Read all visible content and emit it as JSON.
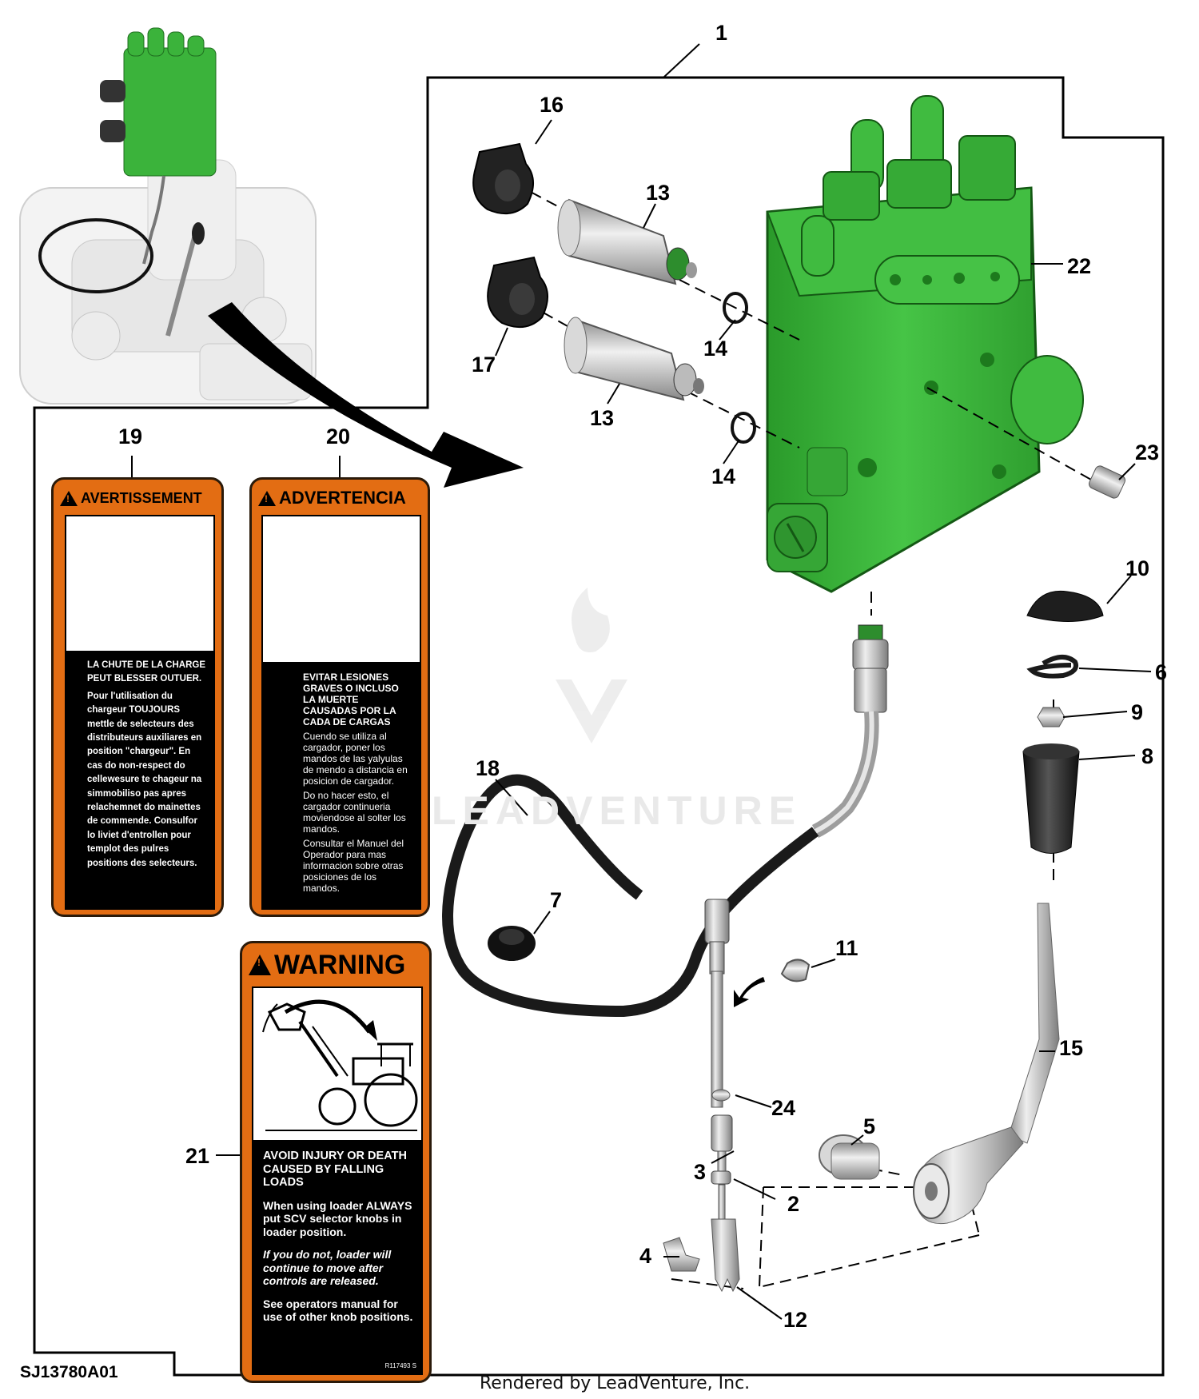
{
  "diagram": {
    "figure_id": "SJ13780A01",
    "footer": "Rendered by LeadVenture, Inc.",
    "watermark": "LEADVENTURE",
    "callouts": [
      "1",
      "2",
      "3",
      "4",
      "5",
      "6",
      "7",
      "8",
      "9",
      "10",
      "11",
      "12",
      "13",
      "13",
      "14",
      "14",
      "15",
      "16",
      "17",
      "18",
      "19",
      "20",
      "21",
      "22",
      "23",
      "24"
    ],
    "colors": {
      "housing_green": "#3bb33b",
      "label_orange": "#e36d13",
      "cable_black": "#1a1a1a",
      "steel": "#bdbdbd"
    }
  },
  "labels": {
    "french": {
      "heading": "AVERTISSEMENT",
      "line1": "LA CHUTE DE LA CHARGE PEUT BLESSER OUTUER.",
      "line2": "Pour l'utilisation du chargeur TOUJOURS mettle de selecteurs des distributeurs auxiliares en position \"chargeur\". En cas do non-respect do cellewesure te chageur na simmobiliso pas apres relachemnet do mainettes de commende. Consulfor lo liviet d'entrollen pour templot des pulres positions des selecteurs."
    },
    "spanish": {
      "heading": "ADVERTENCIA",
      "line1": "EVITAR LESIONES GRAVES O INCLUSO LA MUERTE CAUSADAS POR LA CADA DE CARGAS",
      "line2": "Cuendo se utiliza al cargador, poner los mandos de las yalyulas de mendo a distancia en posicion de cargador.",
      "line3": "Do no hacer esto, el cargador continueria moviendose al solter los mandos.",
      "line4": "Consultar el Manuel del Operador para mas informacion sobre otras posiciones de los mandos."
    },
    "english": {
      "heading": "WARNING",
      "line1": "AVOID INJURY OR DEATH CAUSED BY FALLING LOADS",
      "line2": "When using loader ALWAYS put SCV selector knobs in loader position.",
      "line3": "If you do not, loader will continue to move after controls are released.",
      "line4": "See operators manual for use of other knob positions.",
      "part_ref": "R117493  S"
    }
  }
}
